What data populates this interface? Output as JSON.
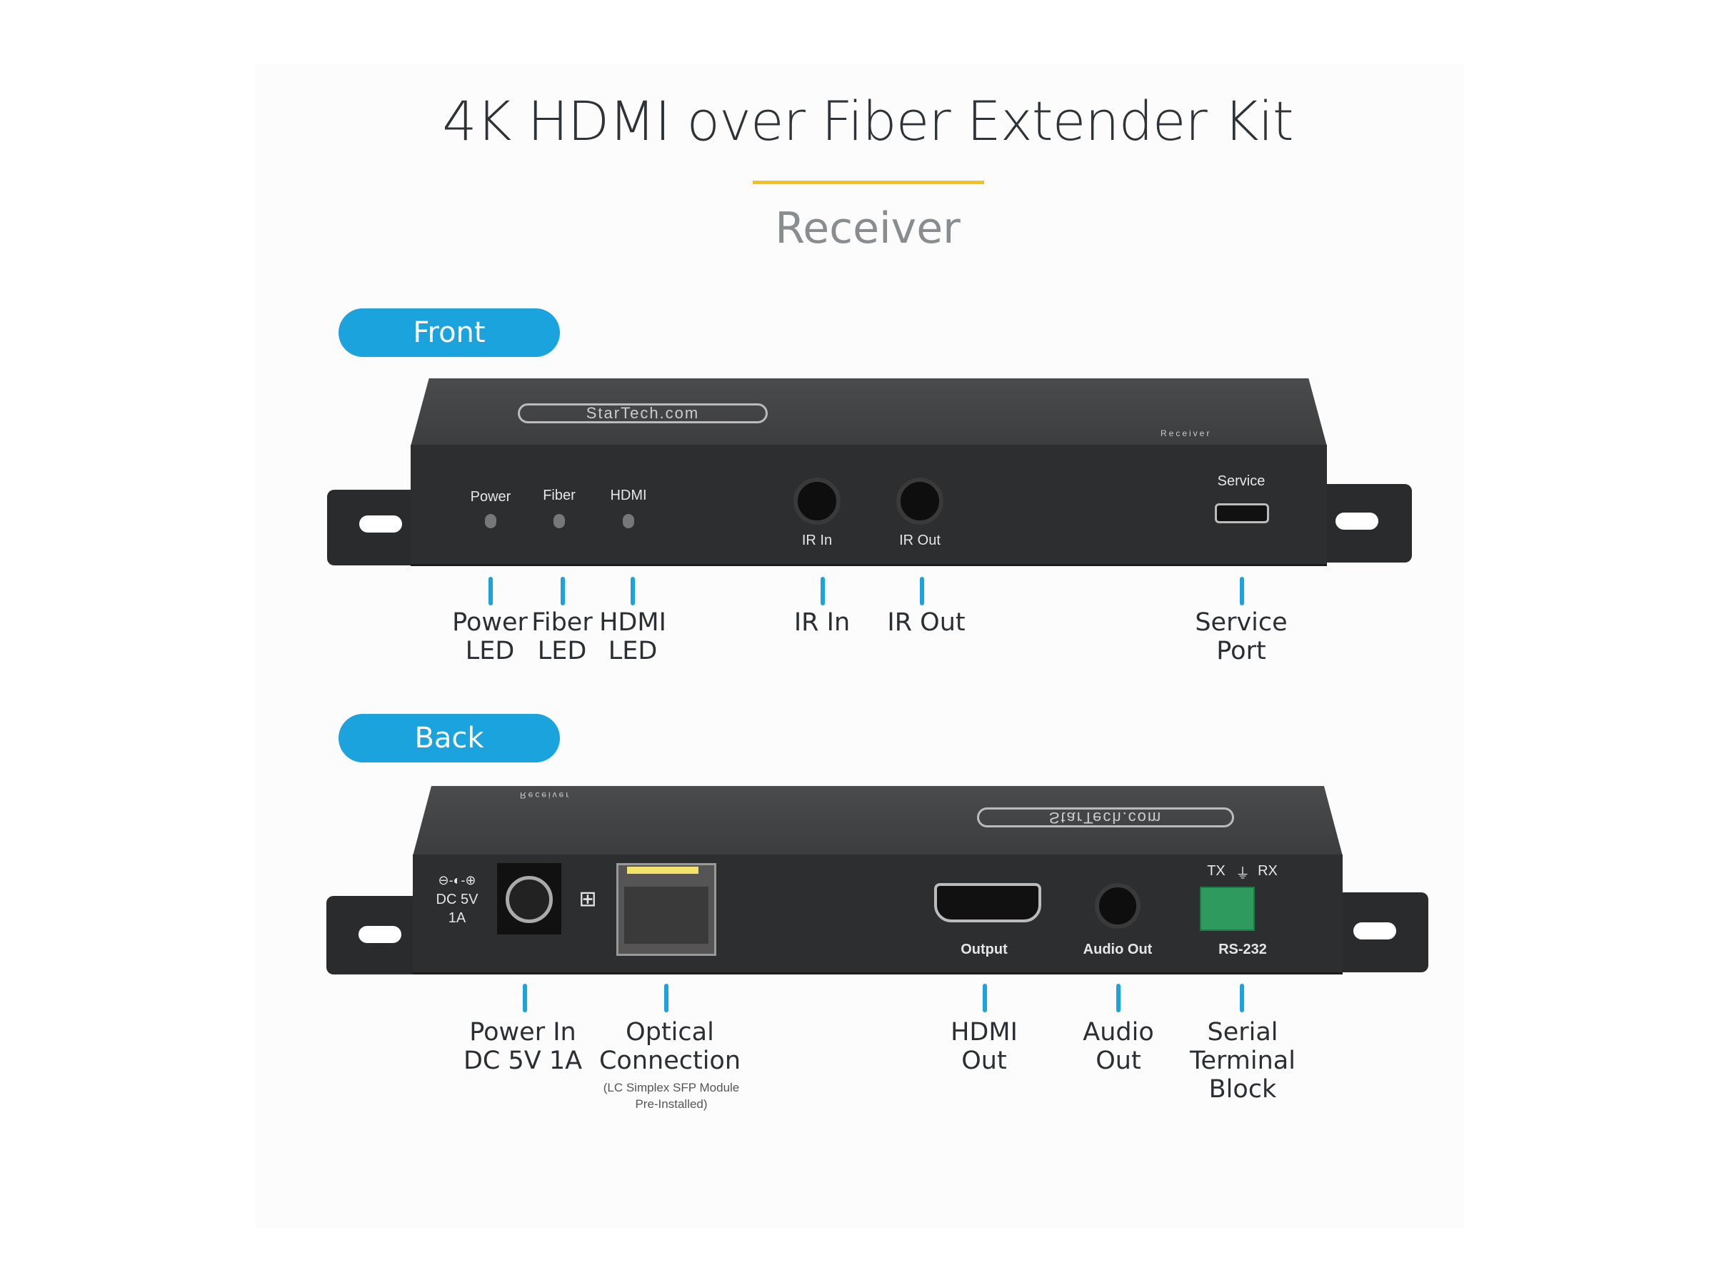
{
  "header": {
    "title": "4K HDMI over Fiber Extender Kit",
    "subtitle": "Receiver"
  },
  "front": {
    "label": "Front",
    "device": {
      "logo": "StarTech.com",
      "model": "Receiver",
      "power": "Power",
      "fiber": "Fiber",
      "hdmi": "HDMI",
      "ir_in": "IR In",
      "ir_out": "IR Out",
      "service": "Service"
    },
    "callouts": [
      {
        "l1": "Power",
        "l2": "LED"
      },
      {
        "l1": "Fiber",
        "l2": "LED"
      },
      {
        "l1": "HDMI",
        "l2": "LED"
      },
      {
        "l1": "IR In"
      },
      {
        "l1": "IR Out"
      },
      {
        "l1": "Service",
        "l2": "Port"
      }
    ]
  },
  "back": {
    "label": "Back",
    "device": {
      "logo": "StarTech.com",
      "model": "Receiver",
      "dc1": "DC 5V",
      "dc2": "1A",
      "output": "Output",
      "audio_out": "Audio Out",
      "rs232": "RS-232",
      "tx": "TX",
      "rx": "RX"
    },
    "callouts": [
      {
        "l1": "Power In",
        "l2": "DC 5V 1A"
      },
      {
        "l1": "Optical",
        "l2": "Connection",
        "note1": "(LC Simplex SFP Module",
        "note2": "Pre-Installed)"
      },
      {
        "l1": "HDMI",
        "l2": "Out"
      },
      {
        "l1": "Audio",
        "l2": "Out"
      },
      {
        "l1": "Serial",
        "l2": "Terminal",
        "l3": "Block"
      }
    ]
  },
  "colors": {
    "accent": "#1aa3dc",
    "rule": "#f2c21b",
    "device": "#2d2e30",
    "terminal": "#2e9a5e"
  }
}
